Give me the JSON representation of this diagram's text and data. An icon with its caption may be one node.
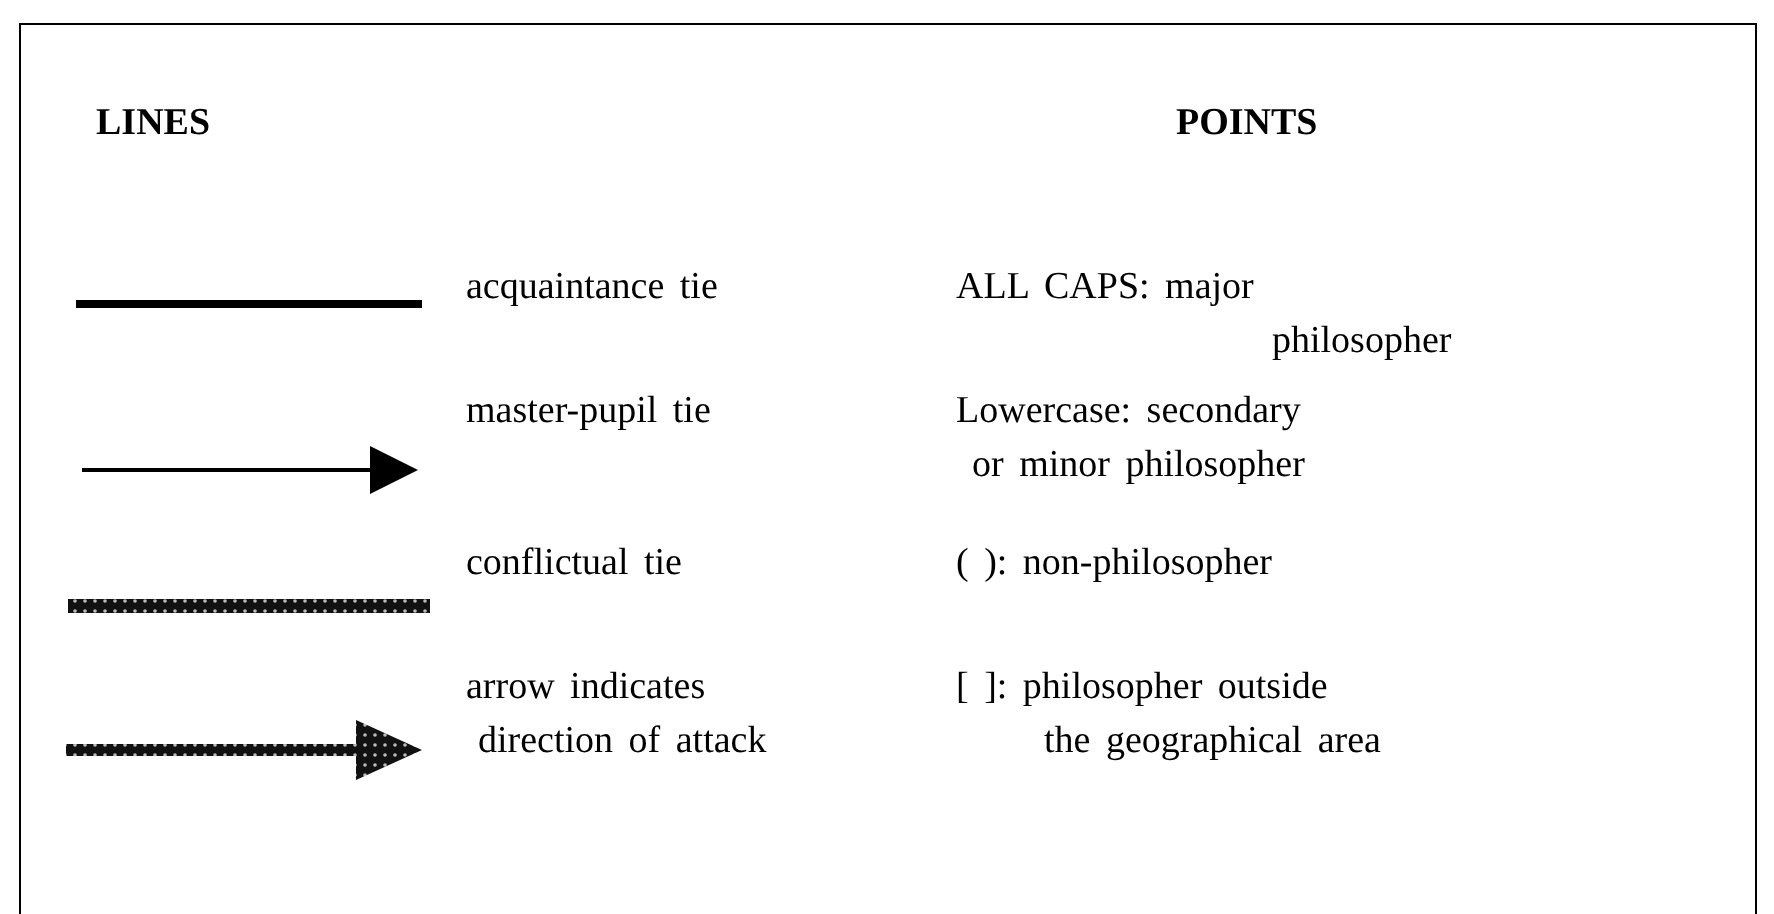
{
  "diagram": {
    "labels": [
      "LINES",
      "POINTS",
      "ALL CAPS: major philosopher",
      "Lowercase: secondary or minor philosopher",
      "( ): non-philosopher",
      "[ ]: philosopher outside the geographical area"
    ],
    "legend": [
      {
        "text": "acquaintance tie"
      },
      {
        "text": "master-pupil tie"
      },
      {
        "text": "conflictual tie"
      },
      {
        "text": "arrow indicates direction of attack"
      }
    ]
  }
}
